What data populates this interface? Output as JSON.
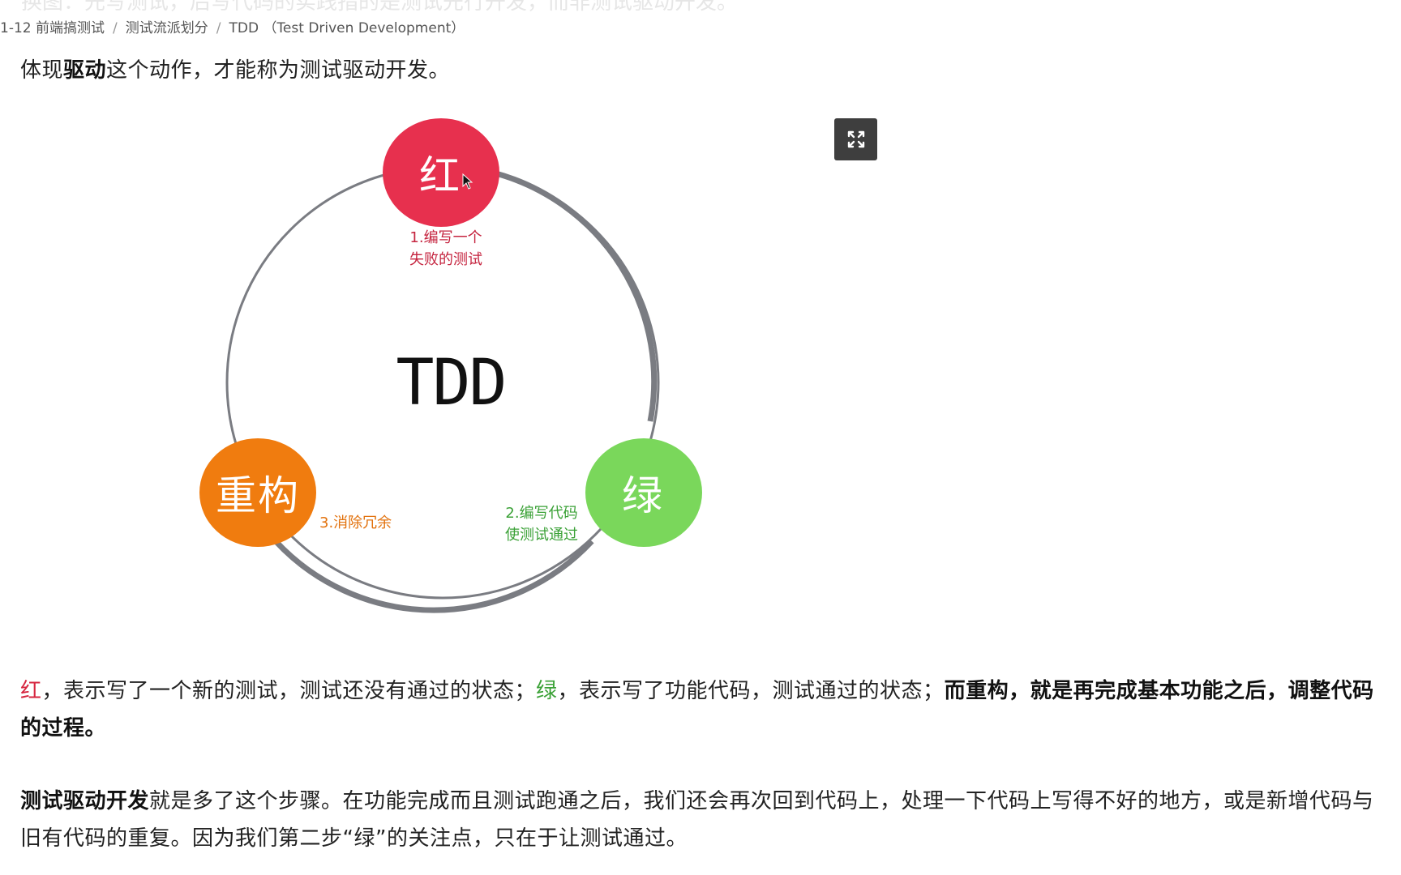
{
  "header": {
    "faded_line": "换图：先写测试，后写代码的实践指的是测试先行开发，而非测试驱动开发。",
    "breadcrumb": [
      "1-12 前端搞测试",
      "测试流派划分",
      "TDD （Test Driven Development）"
    ]
  },
  "intro": {
    "pre": "体现",
    "bold": "驱动",
    "post": "这个动作，才能称为测试驱动开发。"
  },
  "figure": {
    "center": "TDD",
    "red_node": "红",
    "green_node": "绿",
    "orange_node": "重构",
    "step1_line1": "1.编写一个",
    "step1_line2": "失败的测试",
    "step2_line1": "2.编写代码",
    "step2_line2": "使测试通过",
    "step3": "3.消除冗余",
    "colors": {
      "red": "#e7304e",
      "green": "#7ad75b",
      "orange": "#f07c0f",
      "ring": "#7a7c82"
    },
    "expand_icon": "expand-icon"
  },
  "para1": {
    "red_word": "红",
    "text1": "，表示写了一个新的测试，测试还没有通过的状态；",
    "green_word": "绿",
    "text2": "，表示写了功能代码，测试通过的状态；",
    "bold": "而重构，就是再完成基本功能之后，调整代码的过程。"
  },
  "para2": {
    "bold": "测试驱动开发",
    "text": "就是多了这个步骤。在功能完成而且测试跑通之后，我们还会再次回到代码上，处理一下代码上写得不好的地方，或是新增代码与旧有代码的重复。因为我们第二步“绿”的关注点，只在于让测试通过。"
  }
}
